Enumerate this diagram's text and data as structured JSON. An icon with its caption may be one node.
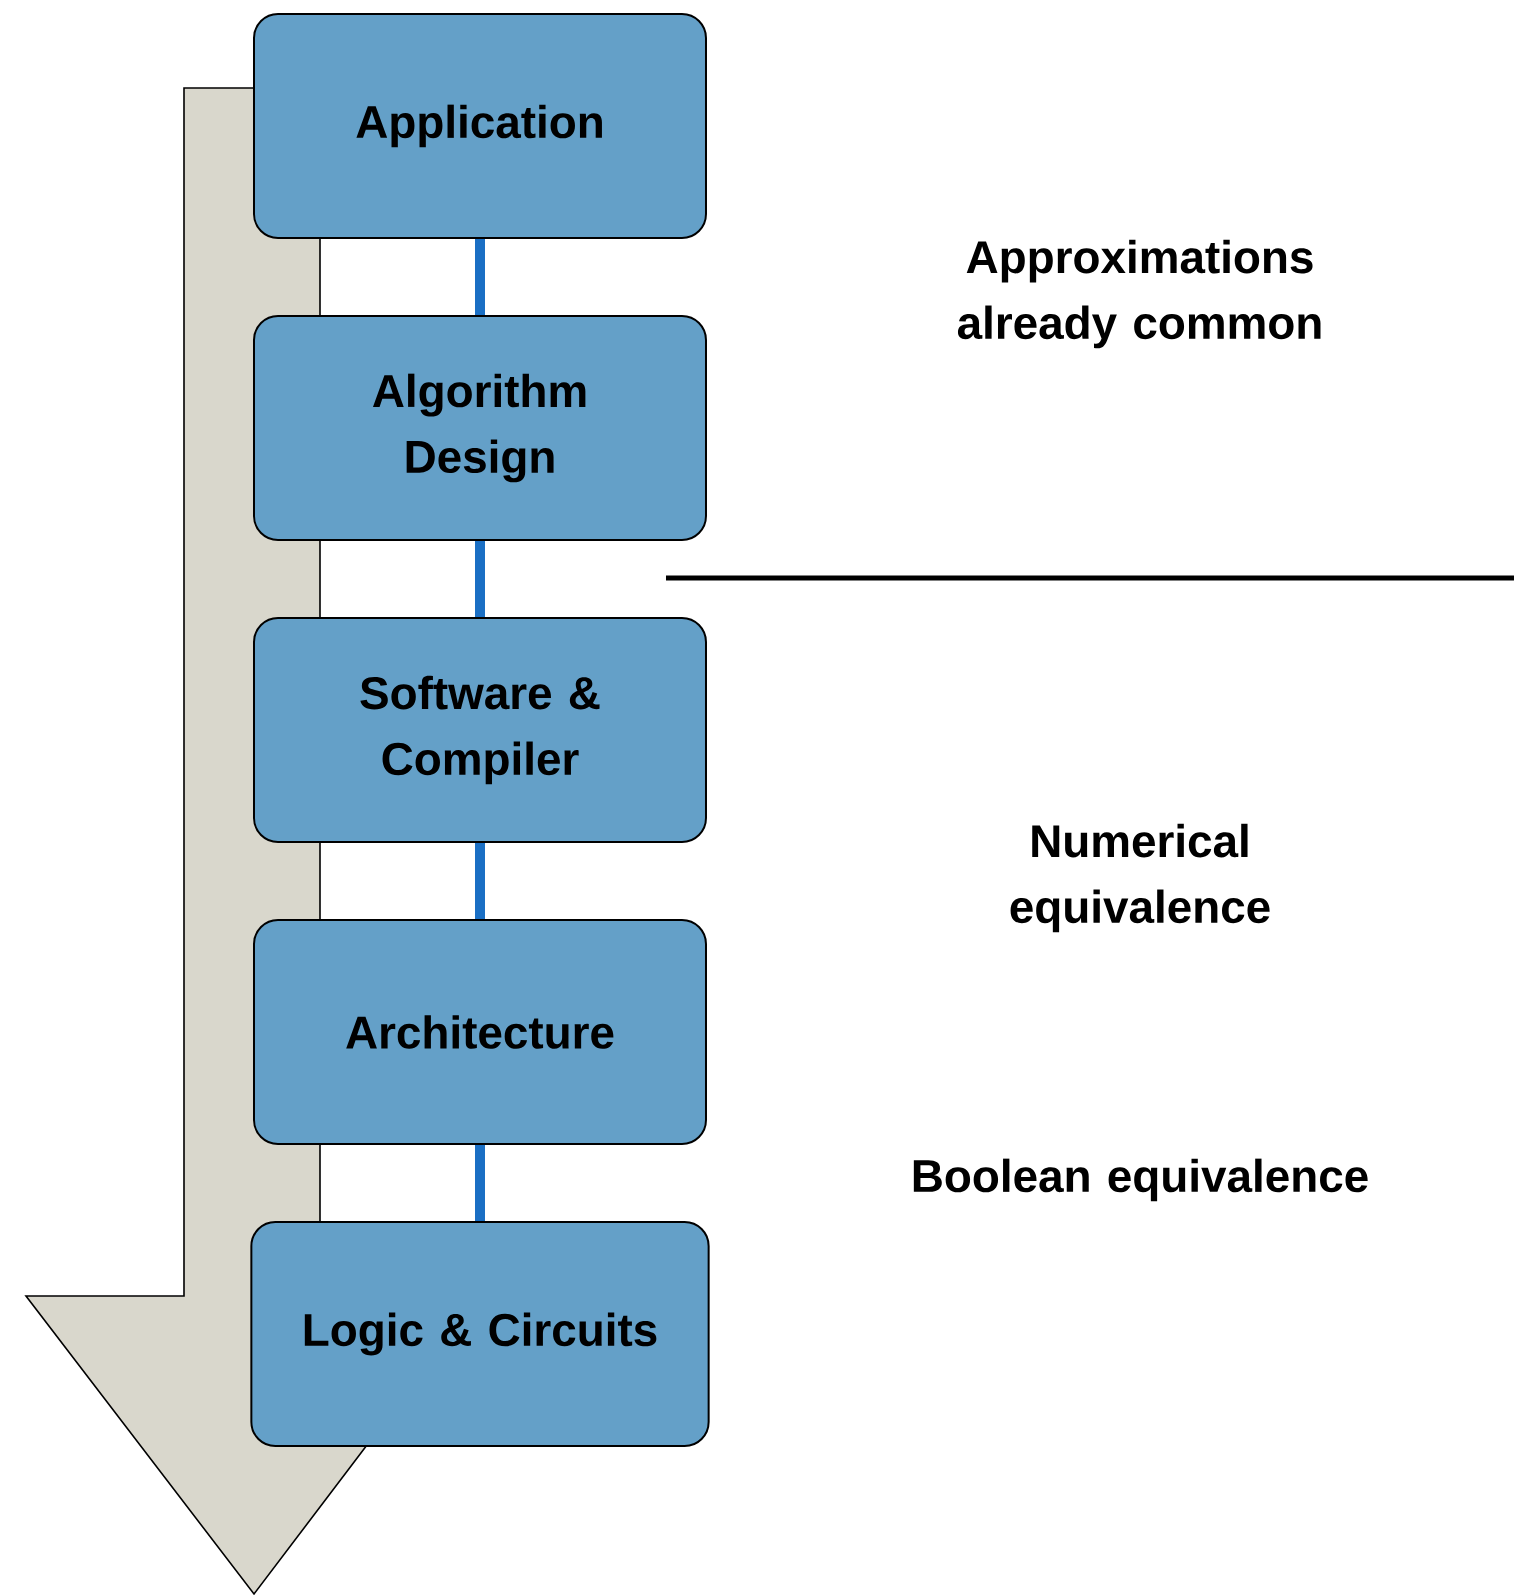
{
  "diagram": {
    "nodes": [
      {
        "text": [
          "Application"
        ]
      },
      {
        "text": [
          "Algorithm Design"
        ]
      },
      {
        "text": [
          "Software & Compiler"
        ]
      },
      {
        "text": [
          "Architecture"
        ]
      },
      {
        "text": [
          "Logic & Circuits"
        ]
      }
    ],
    "edges": [
      {
        "from": 0,
        "to": 1,
        "arrow": "none"
      },
      {
        "from": 1,
        "to": 2,
        "arrow": "none"
      },
      {
        "from": 2,
        "to": 3,
        "arrow": "none"
      },
      {
        "from": 3,
        "to": 4,
        "arrow": "none"
      }
    ],
    "labels": [
      "Approximations already common",
      "Numerical equivalence",
      "Boolean equivalence"
    ]
  }
}
